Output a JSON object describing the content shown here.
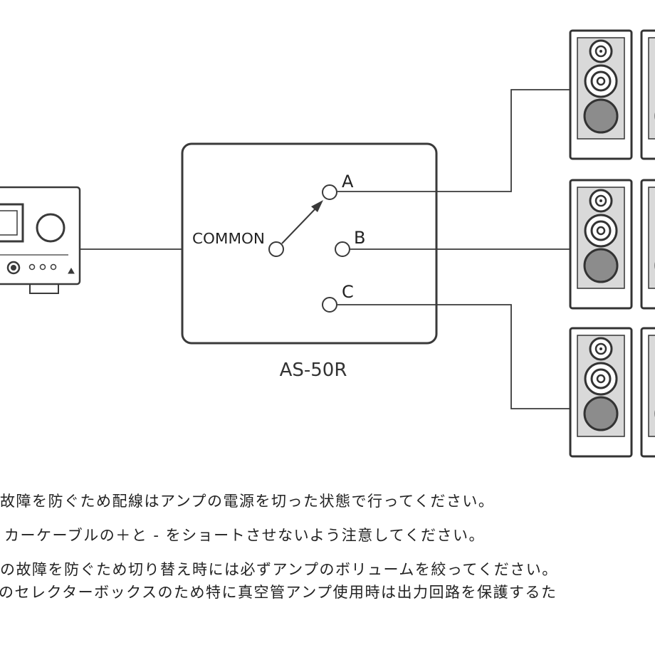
{
  "diagram": {
    "common_label": "COMMON",
    "output_labels": [
      "A",
      "B",
      "C"
    ],
    "device_label": "AS-50R"
  },
  "notes": [
    "故障を防ぐため配線はアンプの電源を切った状態で行ってください。",
    "カーケーブルの＋と - をショートさせないよう注意してください。",
    "の故障を防ぐため切り替え時には必ずアンプのボリュームを絞ってください。",
    "のセレクターボックスのため特に真空管アンプ使用時は出力回路を保護するた"
  ],
  "colors": {
    "line": "#3a3a3a",
    "speaker_inner": "#d9d9d9",
    "woofer": "#8c8c8c"
  }
}
